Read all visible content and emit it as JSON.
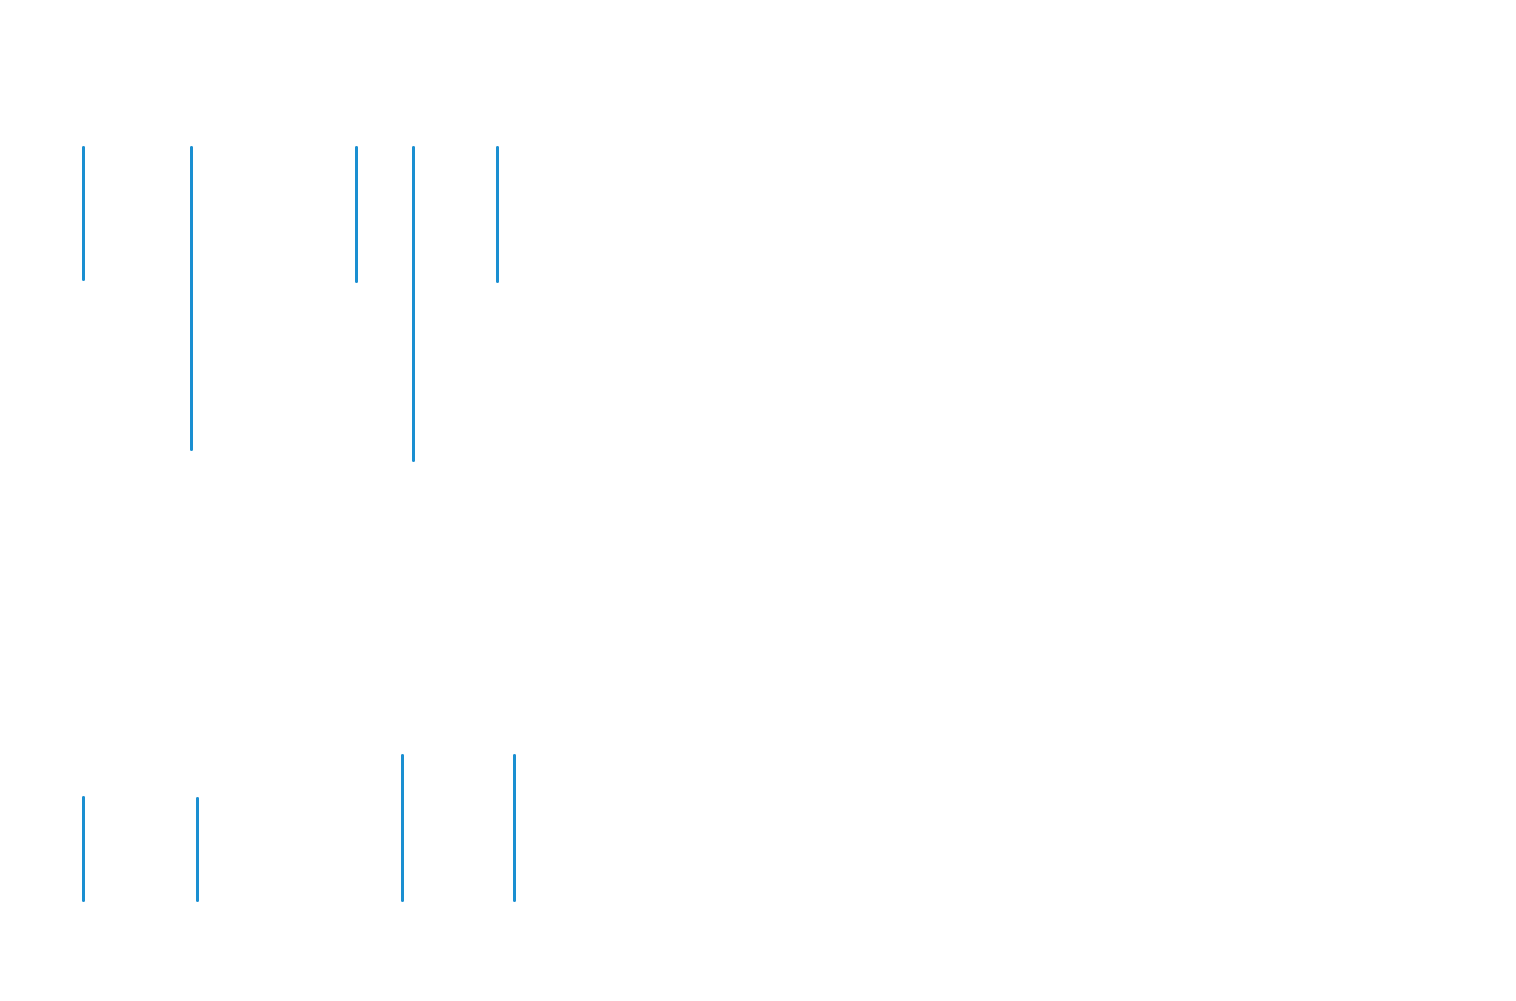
{
  "accent_color": "#1a8fd1",
  "carets": [
    {
      "group": "upper"
    },
    {
      "group": "upper"
    },
    {
      "group": "upper"
    },
    {
      "group": "upper"
    },
    {
      "group": "upper"
    },
    {
      "group": "lower"
    },
    {
      "group": "lower"
    },
    {
      "group": "lower"
    },
    {
      "group": "lower"
    }
  ]
}
